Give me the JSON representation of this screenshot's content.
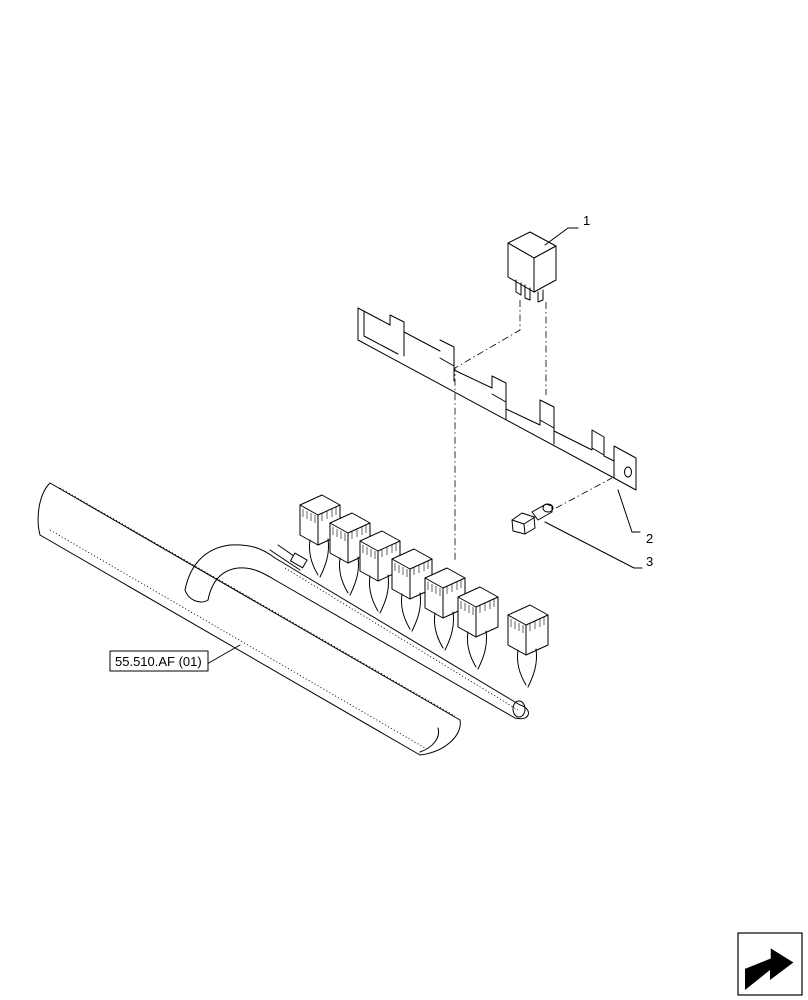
{
  "diagram": {
    "callouts": [
      {
        "id": "callout-1",
        "label": "1"
      },
      {
        "id": "callout-2",
        "label": "2"
      },
      {
        "id": "callout-3",
        "label": "3"
      }
    ],
    "reference": {
      "label": "55.510.AF (01)"
    },
    "nav_icon": {
      "icon": "next-page-arrow-icon"
    }
  }
}
